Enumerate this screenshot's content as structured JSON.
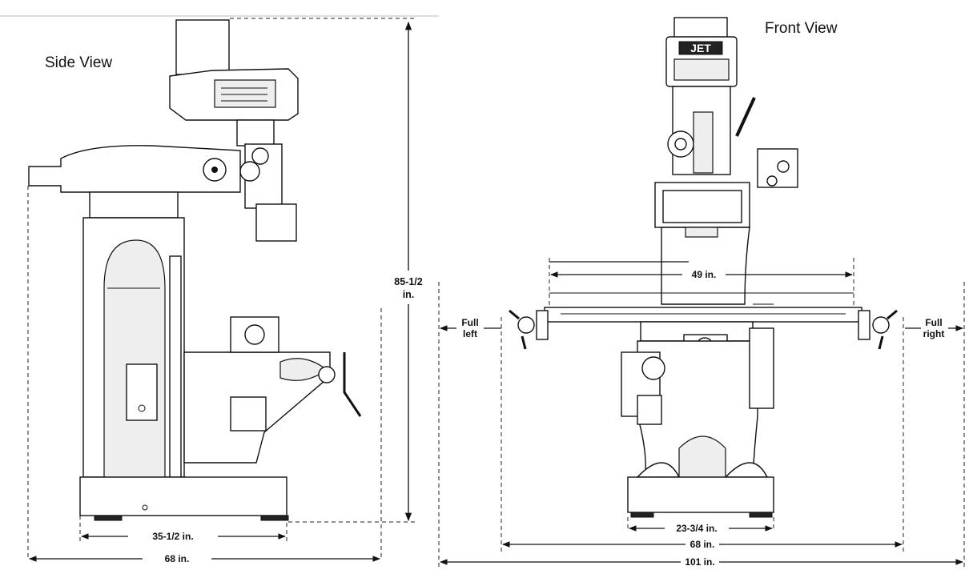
{
  "views": {
    "side": {
      "title": "Side View"
    },
    "front": {
      "title": "Front View"
    }
  },
  "dimensions": {
    "side_height": "85-1/2",
    "side_height_unit": "in.",
    "side_base_width": "35-1/2 in.",
    "side_overall_depth": "68 in.",
    "front_table_travel": "49 in.",
    "front_full_left_1": "Full",
    "front_full_left_2": "left",
    "front_full_right_1": "Full",
    "front_full_right_2": "right",
    "front_base_width": "23-3/4 in.",
    "front_table_length": "68 in.",
    "front_overall_width": "101 in."
  },
  "badge": {
    "brand": "JET"
  }
}
